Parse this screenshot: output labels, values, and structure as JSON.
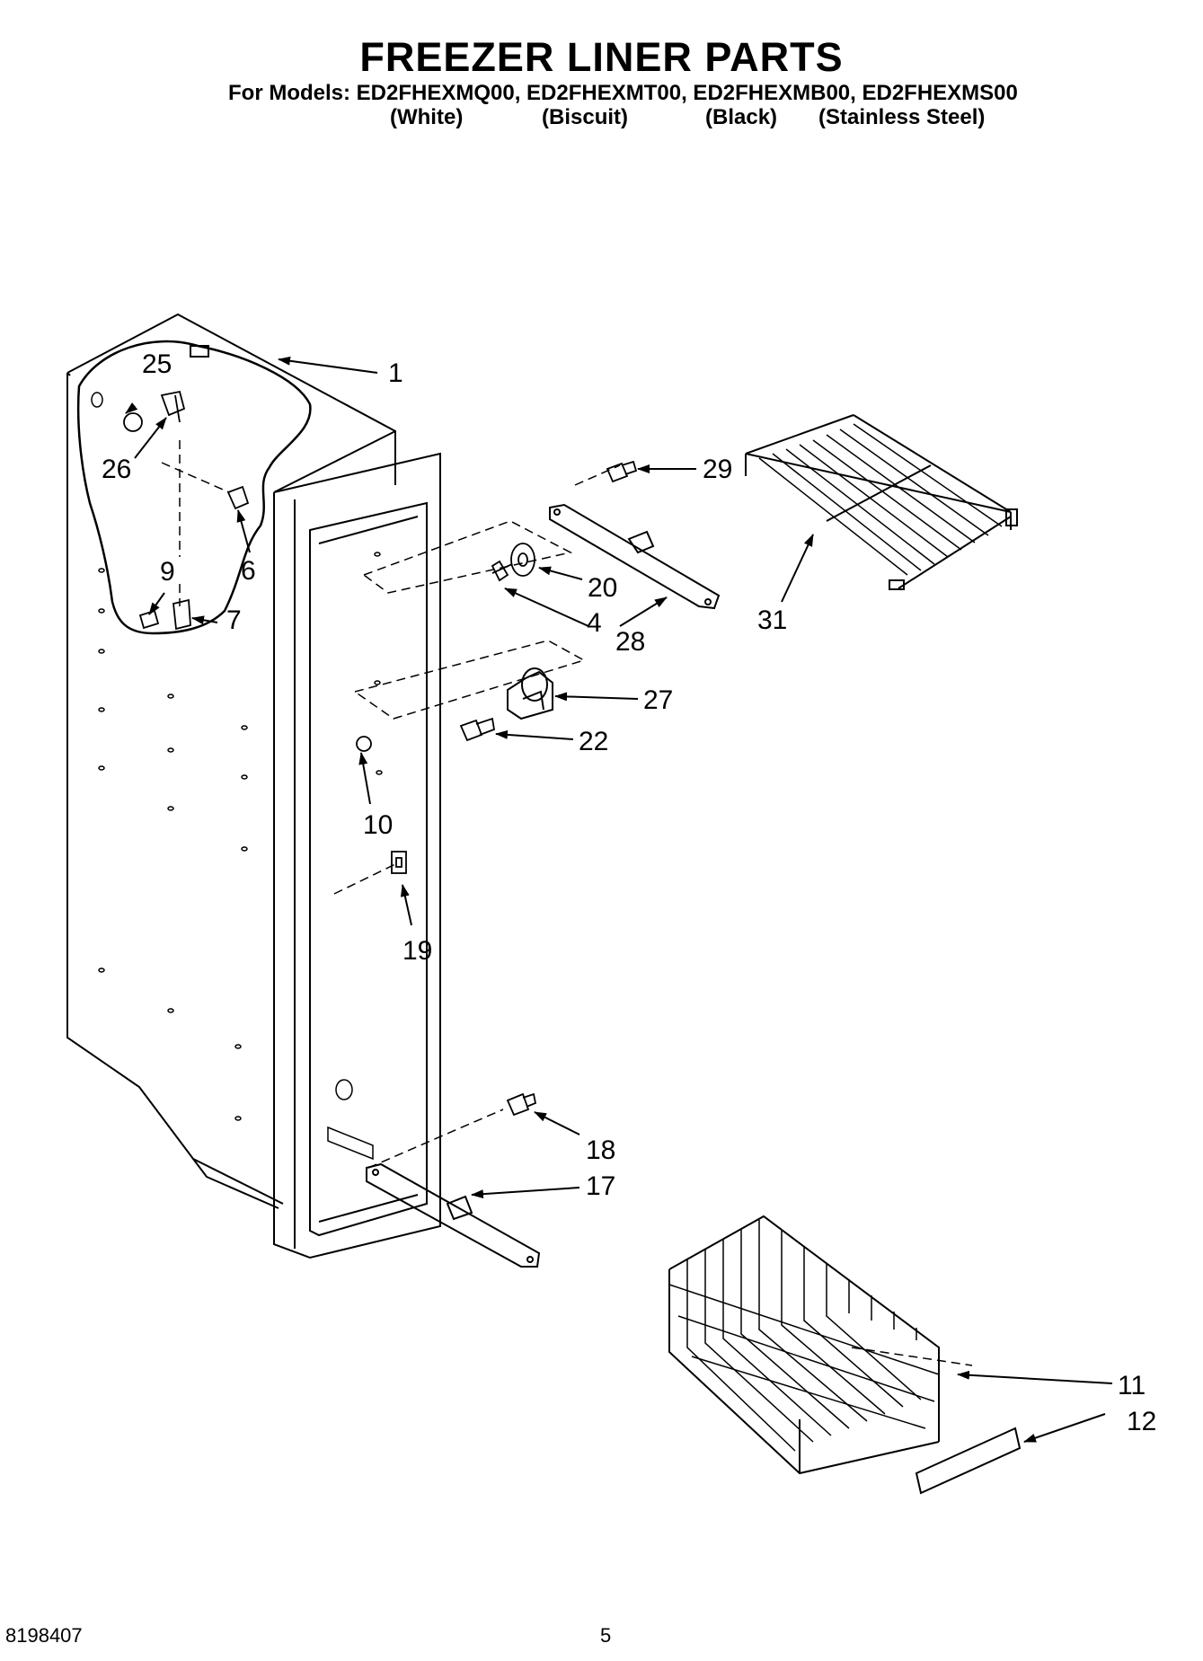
{
  "header": {
    "title": "FREEZER LINER PARTS",
    "models_line": "For Models: ED2FHEXMQ00, ED2FHEXMT00, ED2FHEXMB00, ED2FHEXMS00",
    "variants": [
      "(White)",
      "(Biscuit)",
      "(Black)",
      "(Stainless Steel)"
    ]
  },
  "callouts": [
    {
      "id": "c1",
      "label": "1"
    },
    {
      "id": "c25",
      "label": "25"
    },
    {
      "id": "c26",
      "label": "26"
    },
    {
      "id": "c6",
      "label": "6"
    },
    {
      "id": "c9",
      "label": "9"
    },
    {
      "id": "c7",
      "label": "7"
    },
    {
      "id": "c29",
      "label": "29"
    },
    {
      "id": "c20",
      "label": "20"
    },
    {
      "id": "c4",
      "label": "4"
    },
    {
      "id": "c28",
      "label": "28"
    },
    {
      "id": "c31",
      "label": "31"
    },
    {
      "id": "c27",
      "label": "27"
    },
    {
      "id": "c22",
      "label": "22"
    },
    {
      "id": "c10",
      "label": "10"
    },
    {
      "id": "c19",
      "label": "19"
    },
    {
      "id": "c18",
      "label": "18"
    },
    {
      "id": "c17",
      "label": "17"
    },
    {
      "id": "c11",
      "label": "11"
    },
    {
      "id": "c12",
      "label": "12"
    }
  ],
  "footer": {
    "doc_number": "8198407",
    "page_number": "5"
  }
}
